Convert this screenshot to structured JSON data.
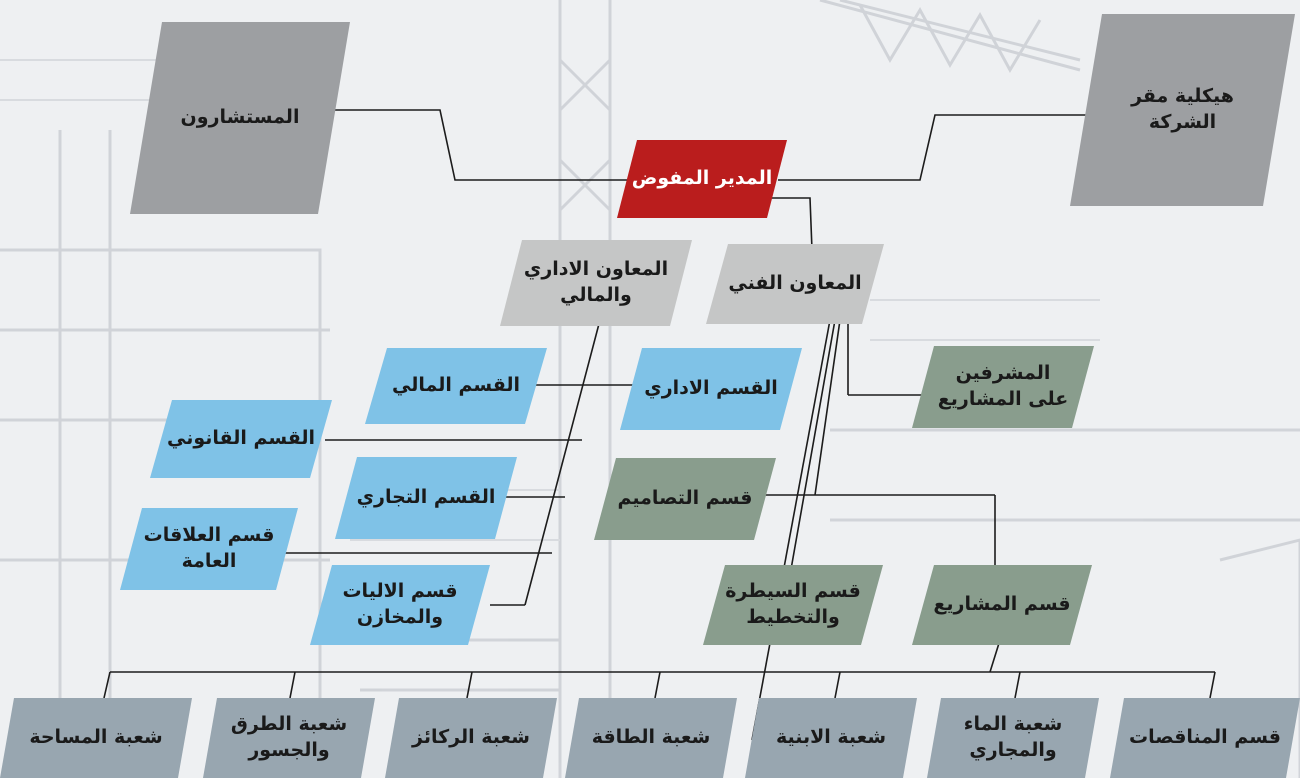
{
  "colors": {
    "top": "#ba1d1d",
    "grey": "#9d9fa2",
    "lightgrey": "#c5c6c6",
    "blue": "#7fc2e7",
    "green": "#899d8d",
    "slate": "#98a6b0",
    "line": "#1c1c1c"
  },
  "nodes": {
    "director": "المدير المفوض",
    "consultants": "المستشارون",
    "hq_structure": "هيكلية مقر\nالشركة",
    "admin_fin_assistant": "المعاون الاداري\nوالمالي",
    "tech_assistant": "المعاون الفني",
    "finance_dept": "القسم المالي",
    "admin_dept": "القسم الاداري",
    "supervisors": "المشرفين\nعلى المشاريع",
    "legal_dept": "القسم القانوني",
    "commercial_dept": "القسم التجاري",
    "design_dept": "قسم التصاميم",
    "pr_dept": "قسم العلاقات\nالعامة",
    "machinery_dept": "قسم الاليات\nوالمخازن",
    "control_dept": "قسم السيطرة\nوالتخطيط",
    "projects_dept": "قسم المشاريع",
    "survey_div": "شعبة المساحة",
    "roads_div": "شعبة الطرق\nوالجسور",
    "pillars_div": "شعبة الركائز",
    "energy_div": "شعبة الطاقة",
    "buildings_div": "شعبة الابنية",
    "water_div": "شعبة الماء\nوالمجاري",
    "tenders_div": "قسم المناقصات"
  }
}
